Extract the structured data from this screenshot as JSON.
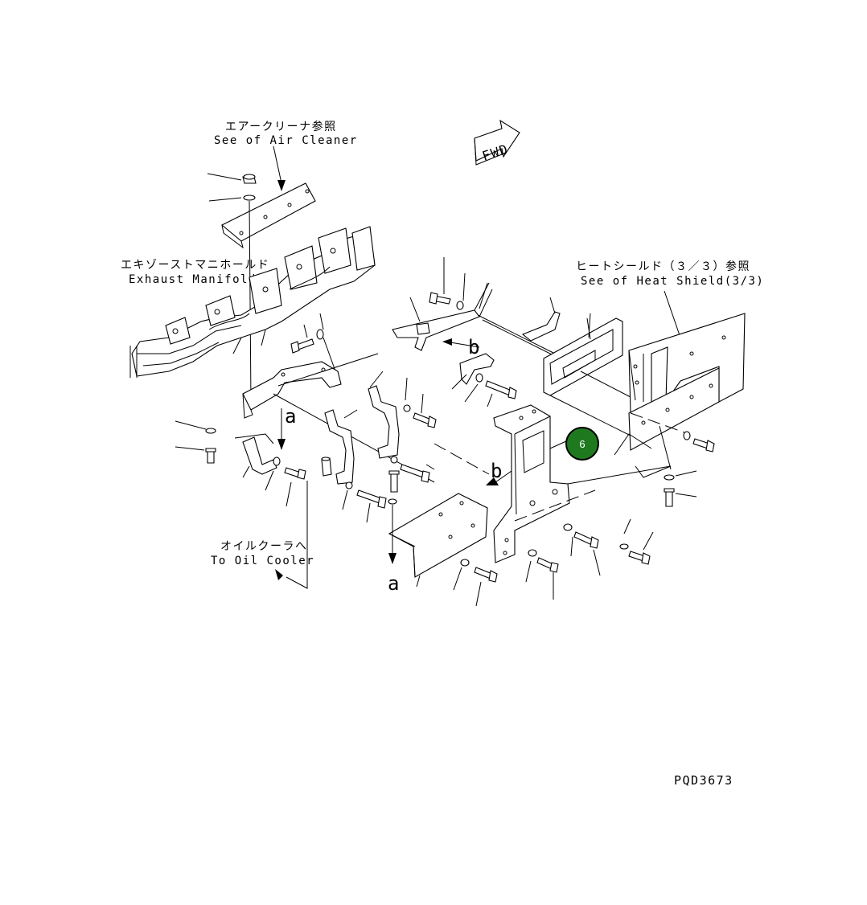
{
  "labels": {
    "air_cleaner_jp": "エアークリーナ参照",
    "air_cleaner_en": "See of Air Cleaner",
    "exhaust_jp": "エキゾーストマニホールド",
    "exhaust_en": "Exhaust Manifold",
    "heat_shield_jp": "ヒートシールド（３／３）参照",
    "heat_shield_en": "See of Heat Shield(3/3)",
    "oil_cooler_jp": "オイルクーラへ",
    "oil_cooler_en": "To Oil Cooler",
    "fwd": "FWD",
    "ref_a_top": "a",
    "ref_a_bottom": "a",
    "ref_b_top": "b",
    "ref_b_bottom": "b",
    "drawing_code": "PQD3673"
  },
  "callout": {
    "number": "6",
    "color": "#1f7a1f"
  }
}
